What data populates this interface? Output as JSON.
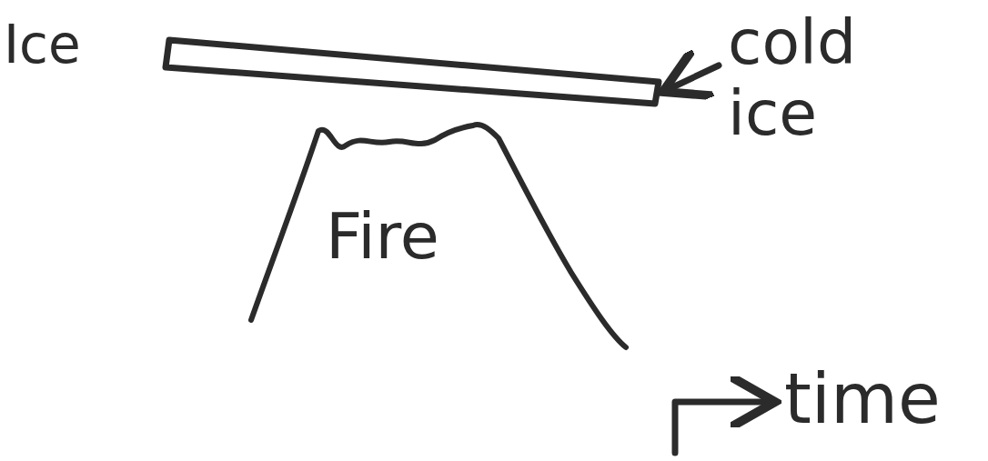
{
  "diagram": {
    "nodes": [
      {
        "text": [
          "Ice"
        ]
      },
      {
        "text": [
          "Fire"
        ]
      }
    ],
    "labels": [
      "cold ice",
      "time"
    ]
  }
}
